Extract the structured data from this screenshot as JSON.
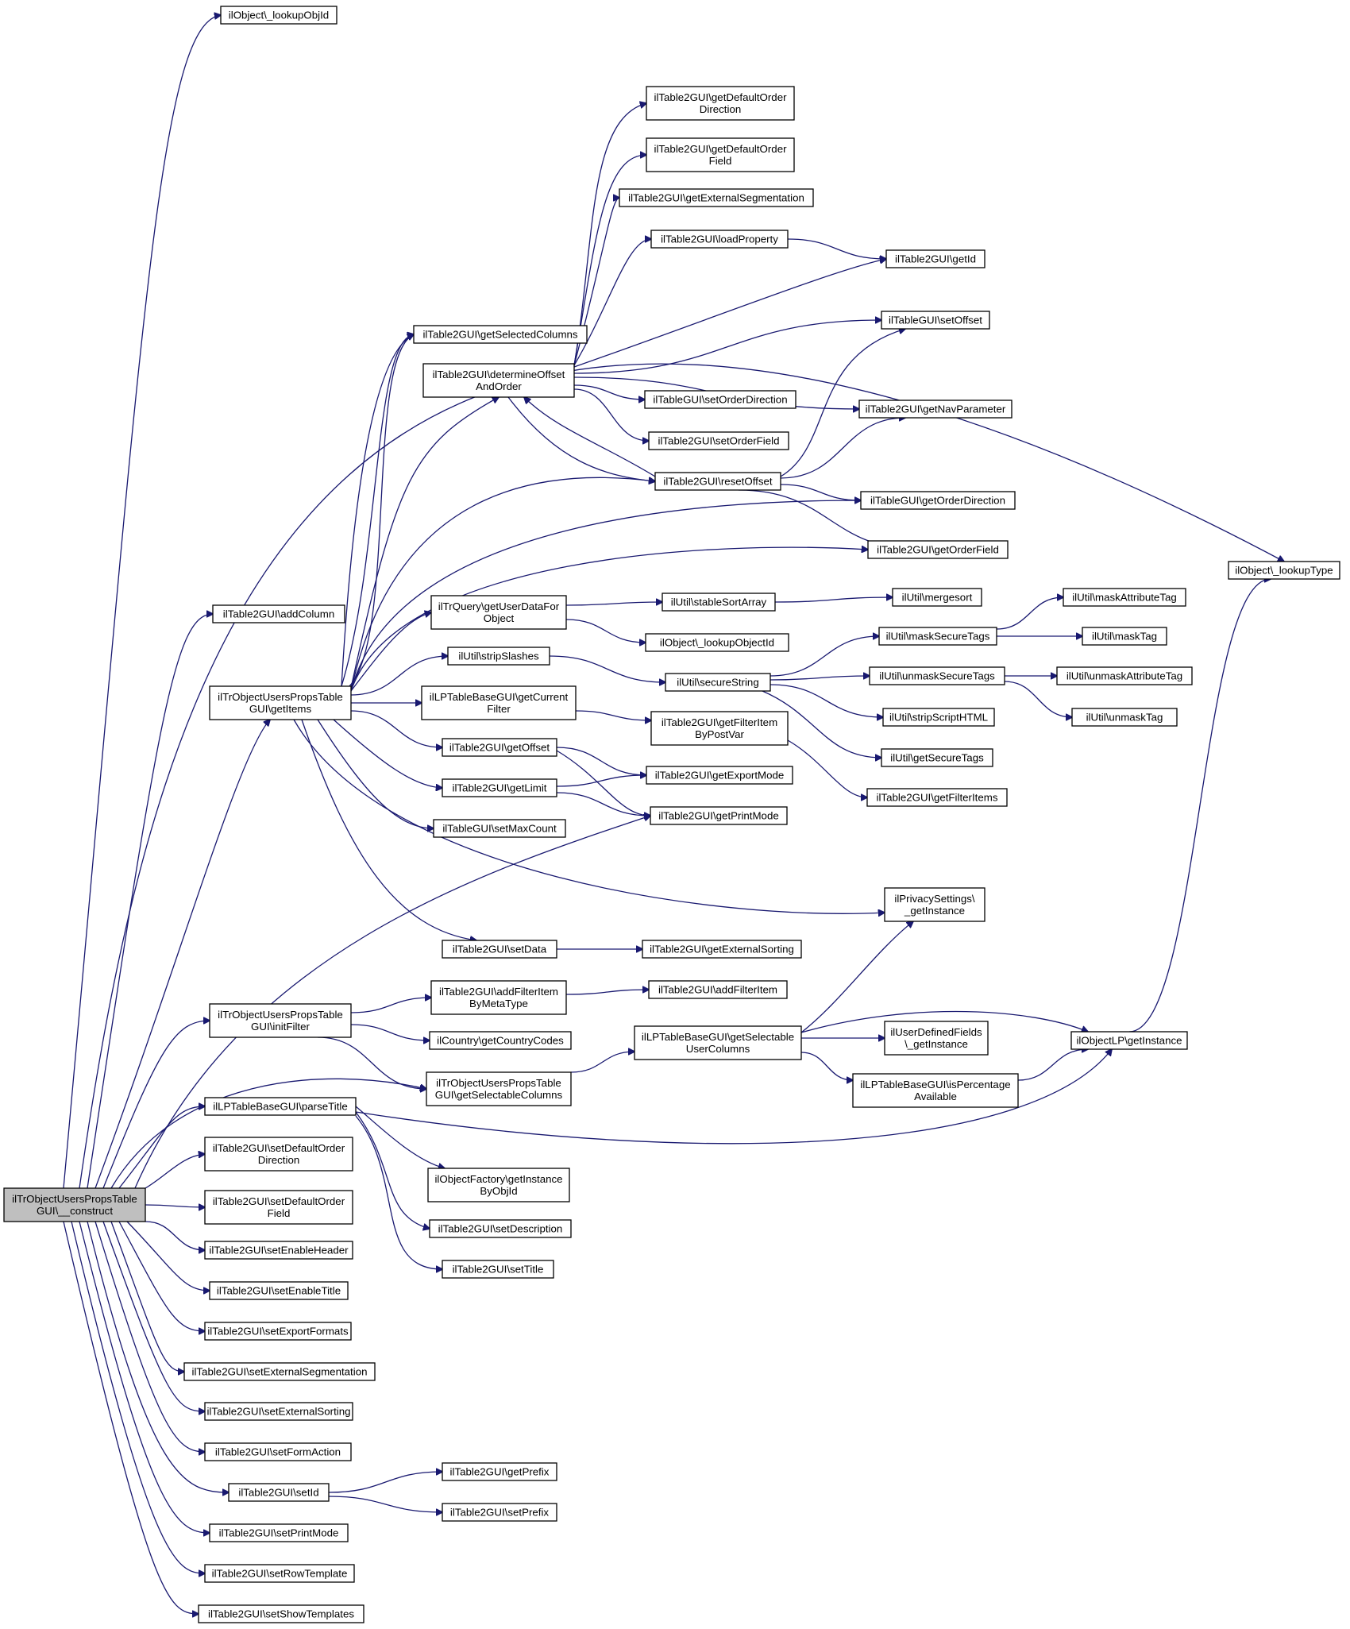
{
  "diagram": {
    "type": "call-graph",
    "edge_color": "#191970",
    "root_fill": "#bfbfbf",
    "node_fill": "#ffffff",
    "nodes": [
      {
        "id": "root",
        "lines": [
          "ilTrObjectUsersPropsTable",
          "GUI\\__construct"
        ],
        "root": true
      },
      {
        "id": "lookupObjId",
        "lines": [
          "ilObject\\_lookupObjId"
        ]
      },
      {
        "id": "addColumn",
        "lines": [
          "ilTable2GUI\\addColumn"
        ]
      },
      {
        "id": "getItems",
        "lines": [
          "ilTrObjectUsersPropsTable",
          "GUI\\getItems"
        ]
      },
      {
        "id": "initFilter",
        "lines": [
          "ilTrObjectUsersPropsTable",
          "GUI\\initFilter"
        ]
      },
      {
        "id": "parseTitle",
        "lines": [
          "ilLPTableBaseGUI\\parseTitle"
        ]
      },
      {
        "id": "setDefaultOrderDirection",
        "lines": [
          "ilTable2GUI\\setDefaultOrder",
          "Direction"
        ]
      },
      {
        "id": "setDefaultOrderField",
        "lines": [
          "ilTable2GUI\\setDefaultOrder",
          "Field"
        ]
      },
      {
        "id": "setEnableHeader",
        "lines": [
          "ilTable2GUI\\setEnableHeader"
        ]
      },
      {
        "id": "setEnableTitle",
        "lines": [
          "ilTable2GUI\\setEnableTitle"
        ]
      },
      {
        "id": "setExportFormats",
        "lines": [
          "ilTable2GUI\\setExportFormats"
        ]
      },
      {
        "id": "setExternalSegmentation",
        "lines": [
          "ilTable2GUI\\setExternalSegmentation"
        ]
      },
      {
        "id": "setExternalSorting",
        "lines": [
          "ilTable2GUI\\setExternalSorting"
        ]
      },
      {
        "id": "setFormAction",
        "lines": [
          "ilTable2GUI\\setFormAction"
        ]
      },
      {
        "id": "setId",
        "lines": [
          "ilTable2GUI\\setId"
        ]
      },
      {
        "id": "setPrintMode",
        "lines": [
          "ilTable2GUI\\setPrintMode"
        ]
      },
      {
        "id": "setRowTemplate",
        "lines": [
          "ilTable2GUI\\setRowTemplate"
        ]
      },
      {
        "id": "setShowTemplates",
        "lines": [
          "ilTable2GUI\\setShowTemplates"
        ]
      },
      {
        "id": "getSelectedColumns",
        "lines": [
          "ilTable2GUI\\getSelectedColumns"
        ]
      },
      {
        "id": "determineOffsetAndOrder",
        "lines": [
          "ilTable2GUI\\determineOffset",
          "AndOrder"
        ]
      },
      {
        "id": "getUserDataForObject",
        "lines": [
          "ilTrQuery\\getUserDataFor",
          "Object"
        ]
      },
      {
        "id": "stripSlashes",
        "lines": [
          "ilUtil\\stripSlashes"
        ]
      },
      {
        "id": "getCurrentFilter",
        "lines": [
          "ilLPTableBaseGUI\\getCurrent",
          "Filter"
        ]
      },
      {
        "id": "getOffset",
        "lines": [
          "ilTable2GUI\\getOffset"
        ]
      },
      {
        "id": "getLimit",
        "lines": [
          "ilTable2GUI\\getLimit"
        ]
      },
      {
        "id": "setMaxCount",
        "lines": [
          "ilTableGUI\\setMaxCount"
        ]
      },
      {
        "id": "setData",
        "lines": [
          "ilTable2GUI\\setData"
        ]
      },
      {
        "id": "addFilterItemByMetaType",
        "lines": [
          "ilTable2GUI\\addFilterItem",
          "ByMetaType"
        ]
      },
      {
        "id": "getCountryCodes",
        "lines": [
          "ilCountry\\getCountryCodes"
        ]
      },
      {
        "id": "getSelectableColumns",
        "lines": [
          "ilTrObjectUsersPropsTable",
          "GUI\\getSelectableColumns"
        ]
      },
      {
        "id": "getInstanceByObjId",
        "lines": [
          "ilObjectFactory\\getInstance",
          "ByObjId"
        ]
      },
      {
        "id": "setDescription",
        "lines": [
          "ilTable2GUI\\setDescription"
        ]
      },
      {
        "id": "setTitle",
        "lines": [
          "ilTable2GUI\\setTitle"
        ]
      },
      {
        "id": "getPrefix",
        "lines": [
          "ilTable2GUI\\getPrefix"
        ]
      },
      {
        "id": "setPrefix",
        "lines": [
          "ilTable2GUI\\setPrefix"
        ]
      },
      {
        "id": "getDefaultOrderDirection",
        "lines": [
          "ilTable2GUI\\getDefaultOrder",
          "Direction"
        ]
      },
      {
        "id": "getDefaultOrderField",
        "lines": [
          "ilTable2GUI\\getDefaultOrder",
          "Field"
        ]
      },
      {
        "id": "getExternalSegmentation",
        "lines": [
          "ilTable2GUI\\getExternalSegmentation"
        ]
      },
      {
        "id": "loadProperty",
        "lines": [
          "ilTable2GUI\\loadProperty"
        ]
      },
      {
        "id": "setOrderDirection",
        "lines": [
          "ilTableGUI\\setOrderDirection"
        ]
      },
      {
        "id": "setOrderField",
        "lines": [
          "ilTable2GUI\\setOrderField"
        ]
      },
      {
        "id": "resetOffset",
        "lines": [
          "ilTable2GUI\\resetOffset"
        ]
      },
      {
        "id": "stableSortArray",
        "lines": [
          "ilUtil\\stableSortArray"
        ]
      },
      {
        "id": "lookupObjectId",
        "lines": [
          "ilObject\\_lookupObjectId"
        ]
      },
      {
        "id": "secureString",
        "lines": [
          "ilUtil\\secureString"
        ]
      },
      {
        "id": "getFilterItemByPostVar",
        "lines": [
          "ilTable2GUI\\getFilterItem",
          "ByPostVar"
        ]
      },
      {
        "id": "getExportMode",
        "lines": [
          "ilTable2GUI\\getExportMode"
        ]
      },
      {
        "id": "getPrintMode",
        "lines": [
          "ilTable2GUI\\getPrintMode"
        ]
      },
      {
        "id": "getExternalSorting",
        "lines": [
          "ilTable2GUI\\getExternalSorting"
        ]
      },
      {
        "id": "addFilterItem",
        "lines": [
          "ilTable2GUI\\addFilterItem"
        ]
      },
      {
        "id": "getSelectableUserColumns",
        "lines": [
          "ilLPTableBaseGUI\\getSelectable",
          "UserColumns"
        ]
      },
      {
        "id": "getId",
        "lines": [
          "ilTable2GUI\\getId"
        ]
      },
      {
        "id": "setOffset",
        "lines": [
          "ilTableGUI\\setOffset"
        ]
      },
      {
        "id": "getNavParameter",
        "lines": [
          "ilTable2GUI\\getNavParameter"
        ]
      },
      {
        "id": "getOrderDirection",
        "lines": [
          "ilTableGUI\\getOrderDirection"
        ]
      },
      {
        "id": "getOrderField",
        "lines": [
          "ilTable2GUI\\getOrderField"
        ]
      },
      {
        "id": "mergesort",
        "lines": [
          "ilUtil\\mergesort"
        ]
      },
      {
        "id": "maskSecureTags",
        "lines": [
          "ilUtil\\maskSecureTags"
        ]
      },
      {
        "id": "unmaskSecureTags",
        "lines": [
          "ilUtil\\unmaskSecureTags"
        ]
      },
      {
        "id": "stripScriptHTML",
        "lines": [
          "ilUtil\\stripScriptHTML"
        ]
      },
      {
        "id": "getSecureTags",
        "lines": [
          "ilUtil\\getSecureTags"
        ]
      },
      {
        "id": "getFilterItems",
        "lines": [
          "ilTable2GUI\\getFilterItems"
        ]
      },
      {
        "id": "privacyGetInstance",
        "lines": [
          "ilPrivacySettings\\",
          "_getInstance"
        ]
      },
      {
        "id": "udfGetInstance",
        "lines": [
          "ilUserDefinedFields",
          "\\_getInstance"
        ]
      },
      {
        "id": "isPercentageAvailable",
        "lines": [
          "ilLPTableBaseGUI\\isPercentage",
          "Available"
        ]
      },
      {
        "id": "maskAttributeTag",
        "lines": [
          "ilUtil\\maskAttributeTag"
        ]
      },
      {
        "id": "maskTag",
        "lines": [
          "ilUtil\\maskTag"
        ]
      },
      {
        "id": "unmaskAttributeTag",
        "lines": [
          "ilUtil\\unmaskAttributeTag"
        ]
      },
      {
        "id": "unmaskTag",
        "lines": [
          "ilUtil\\unmaskTag"
        ]
      },
      {
        "id": "objectLPGetInstance",
        "lines": [
          "ilObjectLP\\getInstance"
        ]
      },
      {
        "id": "lookupType",
        "lines": [
          "ilObject\\_lookupType"
        ]
      }
    ]
  }
}
